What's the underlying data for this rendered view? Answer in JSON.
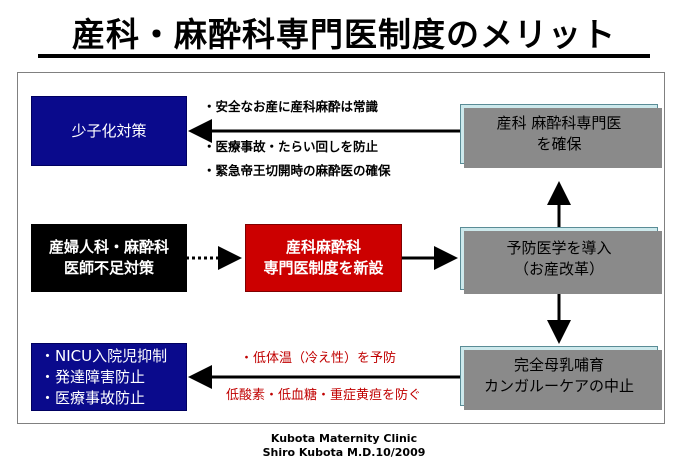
{
  "title": "産科・麻酔科専門医制度のメリット",
  "boxes": {
    "shoushika": "少子化対策",
    "shortage": [
      "産婦人科・麻酔科",
      "医師不足対策"
    ],
    "new_system": [
      "産科麻酔科",
      "専門医制度を新設"
    ],
    "secure": [
      "産科 麻酔科専門医",
      "を確保"
    ],
    "preventive": [
      "予防医学を導入",
      "（お産改革）"
    ],
    "breastfeeding": [
      "完全母乳哺育",
      "カンガルーケアの中止"
    ],
    "nicu": [
      "・NICU入院児抑制",
      "・発達障害防止",
      "・医療事故防止"
    ]
  },
  "notes_top": [
    "・安全なお産に産科麻酔は常識",
    "・医療事故・たらい回しを防止",
    "・緊急帝王切開時の麻酔医の確保"
  ],
  "notes_bottom": [
    "・低体温（冷え性）を予防",
    "低酸素・低血糖・重症黄疸を防ぐ"
  ],
  "footer": {
    "clinic": "Kubota   Maternity   Clinic",
    "author": "Shiro Kubota M.D.10/2009"
  }
}
